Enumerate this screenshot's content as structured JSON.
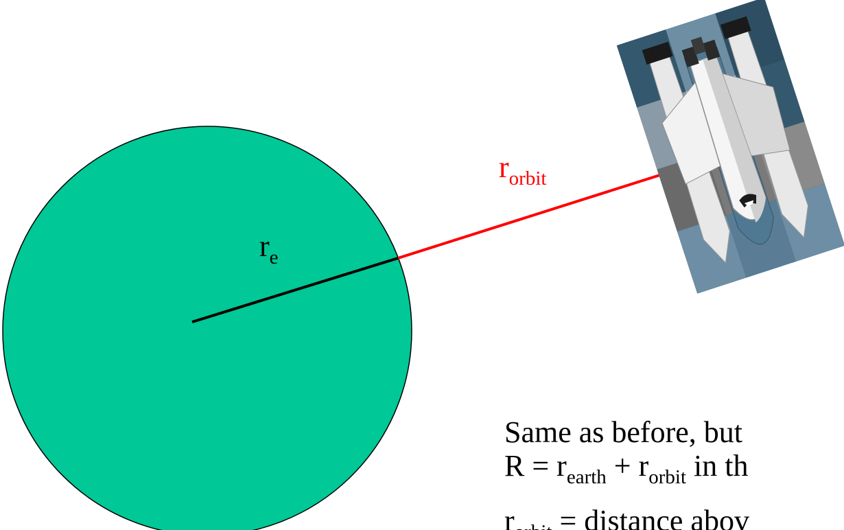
{
  "colors": {
    "earth_fill": "#00c896",
    "earth_outline": "#000000",
    "earth_radius_line": "#000000",
    "orbit_line": "#ff0000",
    "orbit_label": "#ff0000",
    "text": "#000000"
  },
  "labels": {
    "orbit": {
      "base": "r",
      "sub": "orbit"
    },
    "earth_radius": {
      "base": "r",
      "sub": "e"
    }
  },
  "body_text": {
    "line1": "Same as before, but",
    "line2": {
      "p1": "R = r",
      "s1": "earth",
      "p2": " + r",
      "s2": "orbit",
      "p3": " in th"
    },
    "line4": {
      "p1": "r",
      "s1": "orbit",
      "p2": " = distance abov"
    }
  },
  "icons": {
    "shuttle": "space-shuttle-icon"
  }
}
